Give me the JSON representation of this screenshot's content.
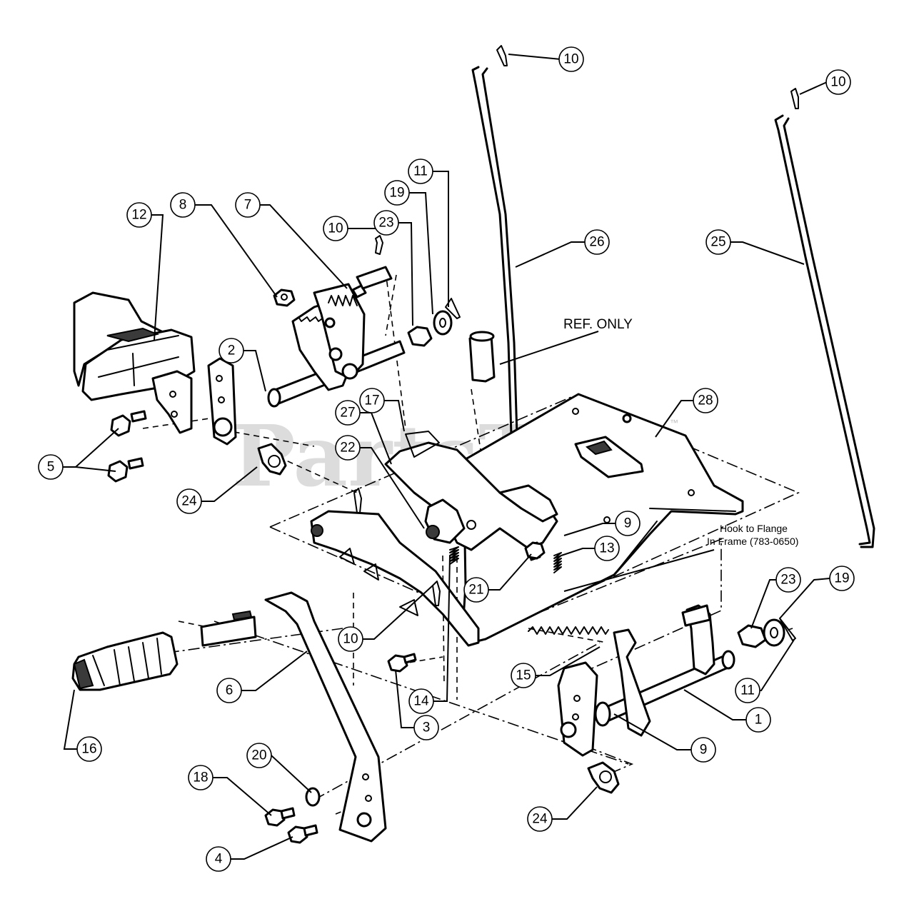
{
  "diagram": {
    "watermark": "PartsTree",
    "trademark": "™",
    "notes": {
      "ref_only": "REF. ONLY",
      "hook_line1": "Hook to Flange",
      "hook_line2": "In Frame (783-0650)"
    },
    "callouts": [
      "10",
      "10",
      "11",
      "19",
      "23",
      "10",
      "8",
      "7",
      "12",
      "26",
      "25",
      "2",
      "17",
      "27",
      "28",
      "22",
      "5",
      "24",
      "9",
      "13",
      "21",
      "10",
      "23",
      "19",
      "15",
      "6",
      "16",
      "14",
      "3",
      "11",
      "1",
      "9",
      "20",
      "18",
      "24",
      "4"
    ]
  }
}
